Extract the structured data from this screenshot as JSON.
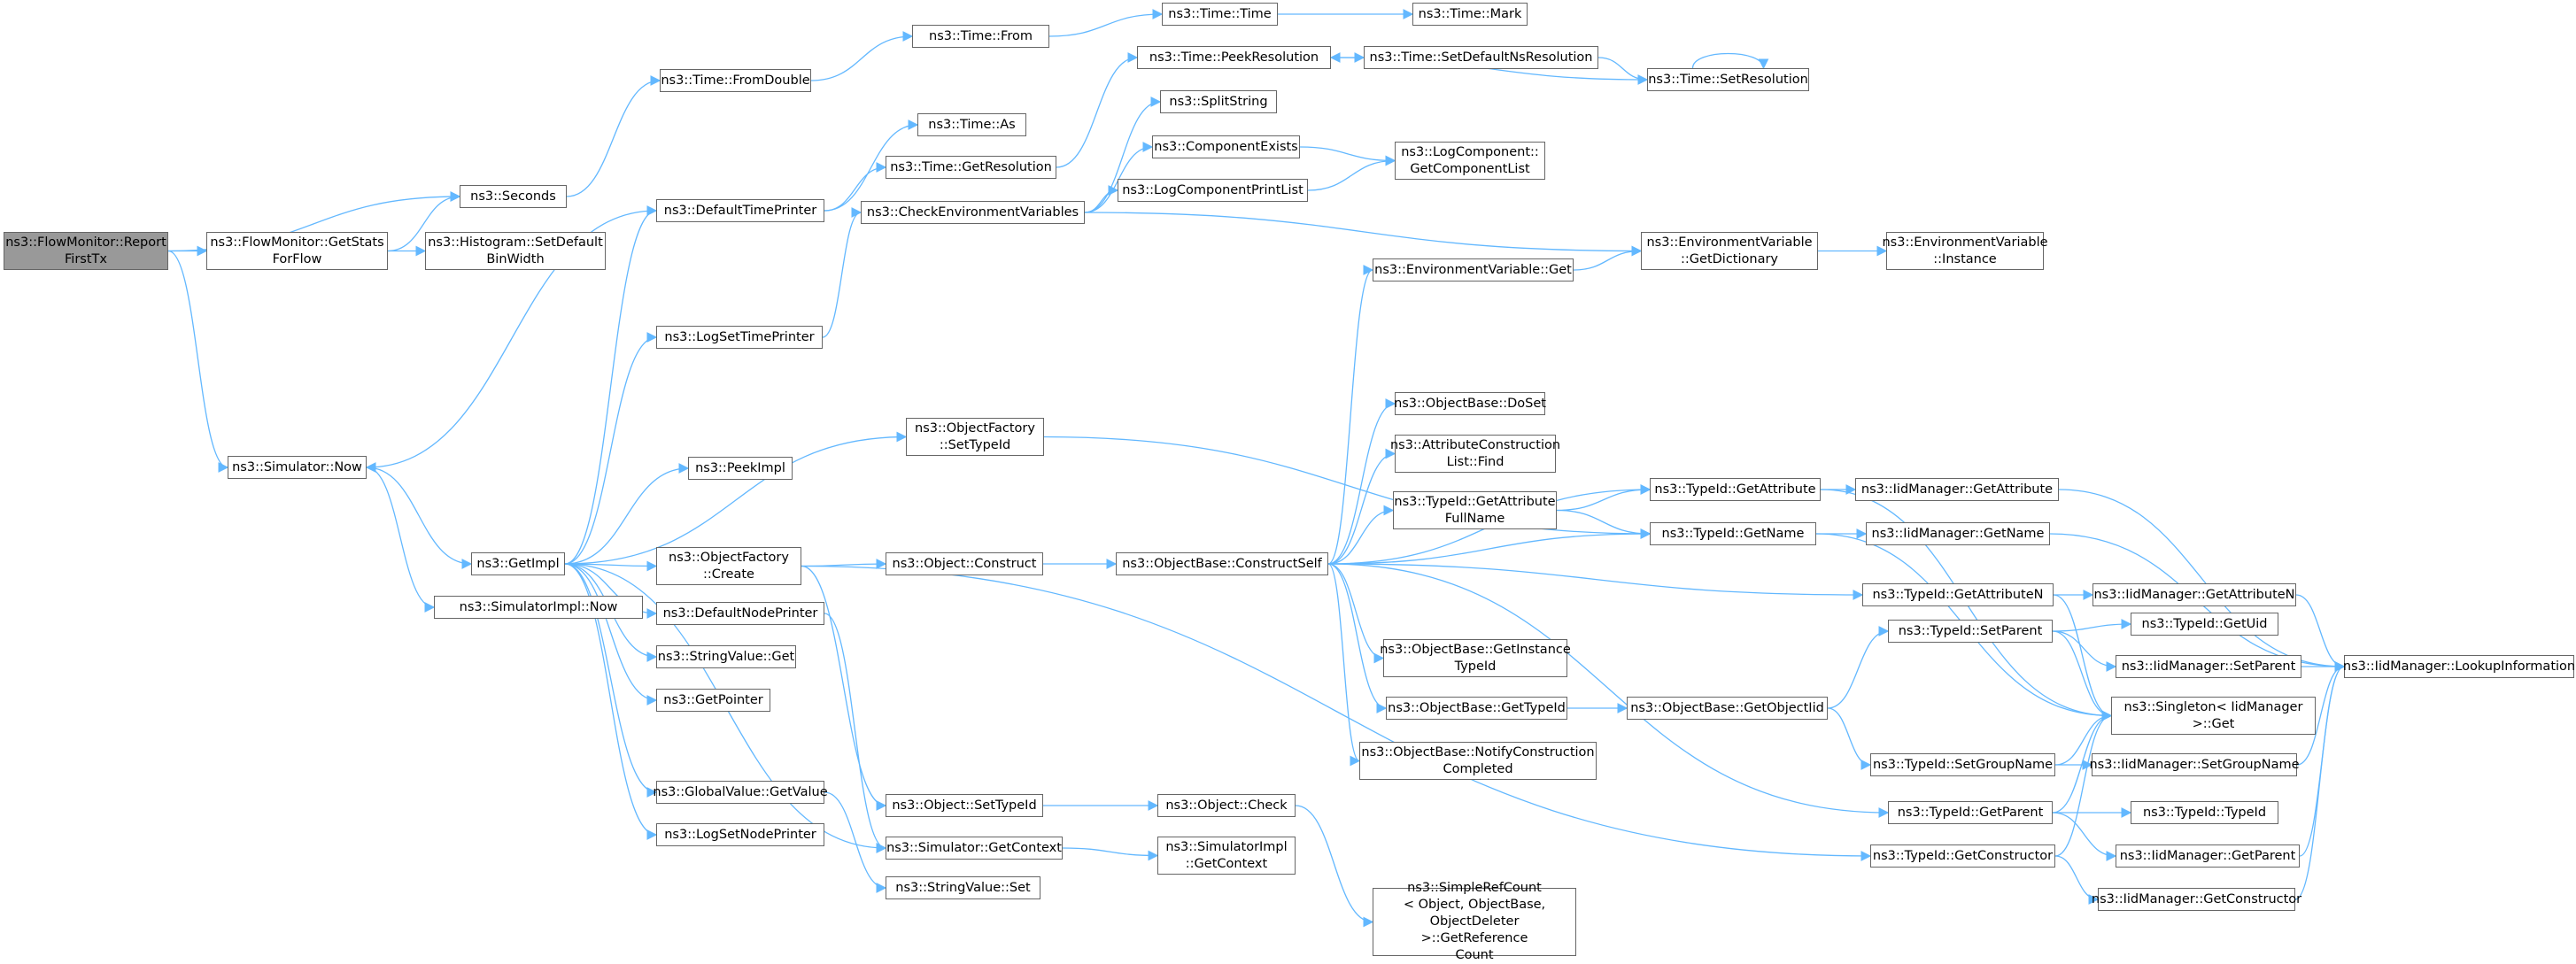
{
  "colors": {
    "edge": "#63b8ff",
    "node_border": "#666666",
    "root_fill": "#999999",
    "node_fill": "#ffffff"
  },
  "nodes": [
    {
      "id": "report",
      "label": "ns3::FlowMonitor::Report\nFirstTx",
      "root": true
    },
    {
      "id": "getstats",
      "label": "ns3::FlowMonitor::GetStats\nForFlow"
    },
    {
      "id": "seconds",
      "label": "ns3::Seconds"
    },
    {
      "id": "histo",
      "label": "ns3::Histogram::SetDefault\nBinWidth"
    },
    {
      "id": "simnow",
      "label": "ns3::Simulator::Now"
    },
    {
      "id": "fromdouble",
      "label": "ns3::Time::FromDouble"
    },
    {
      "id": "from",
      "label": "ns3::Time::From"
    },
    {
      "id": "time",
      "label": "ns3::Time::Time"
    },
    {
      "id": "mark",
      "label": "ns3::Time::Mark"
    },
    {
      "id": "peekres",
      "label": "ns3::Time::PeekResolution"
    },
    {
      "id": "setdefns",
      "label": "ns3::Time::SetDefaultNsResolution"
    },
    {
      "id": "setres",
      "label": "ns3::Time::SetResolution"
    },
    {
      "id": "as",
      "label": "ns3::Time::As"
    },
    {
      "id": "splitstr",
      "label": "ns3::SplitString"
    },
    {
      "id": "getres",
      "label": "ns3::Time::GetResolution"
    },
    {
      "id": "compexists",
      "label": "ns3::ComponentExists"
    },
    {
      "id": "getcomplist",
      "label": "ns3::LogComponent::\nGetComponentList"
    },
    {
      "id": "deftimeprinter",
      "label": "ns3::DefaultTimePrinter"
    },
    {
      "id": "checkenv",
      "label": "ns3::CheckEnvironmentVariables"
    },
    {
      "id": "logcompprint",
      "label": "ns3::LogComponentPrintList"
    },
    {
      "id": "envget",
      "label": "ns3::EnvironmentVariable::Get"
    },
    {
      "id": "envgetdict",
      "label": "ns3::EnvironmentVariable\n::GetDictionary"
    },
    {
      "id": "envinst",
      "label": "ns3::EnvironmentVariable\n::Instance"
    },
    {
      "id": "logsettime",
      "label": "ns3::LogSetTimePrinter"
    },
    {
      "id": "ofsettype",
      "label": "ns3::ObjectFactory\n::SetTypeId"
    },
    {
      "id": "obdoset",
      "label": "ns3::ObjectBase::DoSet"
    },
    {
      "id": "acfind",
      "label": "ns3::AttributeConstruction\nList::Find"
    },
    {
      "id": "peekimpl",
      "label": "ns3::PeekImpl"
    },
    {
      "id": "tidgetattr",
      "label": "ns3::TypeId::GetAttribute"
    },
    {
      "id": "iidgetattr",
      "label": "ns3::IidManager::GetAttribute"
    },
    {
      "id": "tidgetattrfull",
      "label": "ns3::TypeId::GetAttribute\nFullName"
    },
    {
      "id": "tidgetname",
      "label": "ns3::TypeId::GetName"
    },
    {
      "id": "iidgetname",
      "label": "ns3::IidManager::GetName"
    },
    {
      "id": "getimpl",
      "label": "ns3::GetImpl"
    },
    {
      "id": "ofcreate",
      "label": "ns3::ObjectFactory\n::Create"
    },
    {
      "id": "objconstruct",
      "label": "ns3::Object::Construct"
    },
    {
      "id": "obconstructself",
      "label": "ns3::ObjectBase::ConstructSelf"
    },
    {
      "id": "tidgetattrn",
      "label": "ns3::TypeId::GetAttributeN"
    },
    {
      "id": "iidgetattrn",
      "label": "ns3::IidManager::GetAttributeN"
    },
    {
      "id": "simimplnow",
      "label": "ns3::SimulatorImpl::Now"
    },
    {
      "id": "defnodeprinter",
      "label": "ns3::DefaultNodePrinter"
    },
    {
      "id": "tidsetparent",
      "label": "ns3::TypeId::SetParent"
    },
    {
      "id": "tidgetuid",
      "label": "ns3::TypeId::GetUid"
    },
    {
      "id": "iidlookup",
      "label": "ns3::IidManager::LookupInformation"
    },
    {
      "id": "strget",
      "label": "ns3::StringValue::Get"
    },
    {
      "id": "obgetinst",
      "label": "ns3::ObjectBase::GetInstance\nTypeId"
    },
    {
      "id": "iidsetparent",
      "label": "ns3::IidManager::SetParent"
    },
    {
      "id": "getpointer",
      "label": "ns3::GetPointer"
    },
    {
      "id": "obgettypeid",
      "label": "ns3::ObjectBase::GetTypeId"
    },
    {
      "id": "obgetobjtid",
      "label": "ns3::ObjectBase::GetObjectIid"
    },
    {
      "id": "singleton",
      "label": "ns3::Singleton< IidManager\n>::Get"
    },
    {
      "id": "obnotify",
      "label": "ns3::ObjectBase::NotifyConstruction\nCompleted"
    },
    {
      "id": "tidsetgroup",
      "label": "ns3::TypeId::SetGroupName"
    },
    {
      "id": "iidsetgroup",
      "label": "ns3::IidManager::SetGroupName"
    },
    {
      "id": "gvgetvalue",
      "label": "ns3::GlobalValue::GetValue"
    },
    {
      "id": "objsettypeid",
      "label": "ns3::Object::SetTypeId"
    },
    {
      "id": "objcheck",
      "label": "ns3::Object::Check"
    },
    {
      "id": "tidgetparent",
      "label": "ns3::TypeId::GetParent"
    },
    {
      "id": "tidtypeid",
      "label": "ns3::TypeId::TypeId"
    },
    {
      "id": "logsetnode",
      "label": "ns3::LogSetNodePrinter"
    },
    {
      "id": "iidgetparent",
      "label": "ns3::IidManager::GetParent"
    },
    {
      "id": "simgetctx",
      "label": "ns3::Simulator::GetContext"
    },
    {
      "id": "simimplgetctx",
      "label": "ns3::SimulatorImpl\n::GetContext"
    },
    {
      "id": "tidgetctor",
      "label": "ns3::TypeId::GetConstructor"
    },
    {
      "id": "iidgetctor",
      "label": "ns3::IidManager::GetConstructor"
    },
    {
      "id": "strset",
      "label": "ns3::StringValue::Set"
    },
    {
      "id": "simplerefcount",
      "label": "ns3::SimpleRefCount\n< Object, ObjectBase,\n ObjectDeleter >::GetReference\nCount"
    }
  ],
  "edges": [
    [
      "report",
      "getstats"
    ],
    [
      "report",
      "seconds"
    ],
    [
      "report",
      "simnow"
    ],
    [
      "getstats",
      "seconds"
    ],
    [
      "getstats",
      "histo"
    ],
    [
      "seconds",
      "fromdouble"
    ],
    [
      "fromdouble",
      "from"
    ],
    [
      "from",
      "time"
    ],
    [
      "time",
      "mark"
    ],
    [
      "getres",
      "peekres"
    ],
    [
      "peekres",
      "setdefns"
    ],
    [
      "setdefns",
      "setres"
    ],
    [
      "setres",
      "peekres"
    ],
    [
      "setres",
      "setres"
    ],
    [
      "deftimeprinter",
      "as"
    ],
    [
      "deftimeprinter",
      "getres"
    ],
    [
      "deftimeprinter",
      "simnow"
    ],
    [
      "checkenv",
      "splitstr"
    ],
    [
      "checkenv",
      "compexists"
    ],
    [
      "checkenv",
      "logcompprint"
    ],
    [
      "checkenv",
      "envgetdict"
    ],
    [
      "compexists",
      "getcomplist"
    ],
    [
      "logcompprint",
      "getcomplist"
    ],
    [
      "envget",
      "envgetdict"
    ],
    [
      "envgetdict",
      "envinst"
    ],
    [
      "logsettime",
      "checkenv"
    ],
    [
      "simnow",
      "getimpl"
    ],
    [
      "simnow",
      "simimplnow"
    ],
    [
      "getimpl",
      "deftimeprinter"
    ],
    [
      "getimpl",
      "logsettime"
    ],
    [
      "getimpl",
      "peekimpl"
    ],
    [
      "getimpl",
      "ofsettype"
    ],
    [
      "getimpl",
      "ofcreate"
    ],
    [
      "getimpl",
      "defnodeprinter"
    ],
    [
      "getimpl",
      "strget"
    ],
    [
      "getimpl",
      "getpointer"
    ],
    [
      "getimpl",
      "gvgetvalue"
    ],
    [
      "getimpl",
      "logsetnode"
    ],
    [
      "getimpl",
      "simgetctx"
    ],
    [
      "ofsettype",
      "tidgetname"
    ],
    [
      "ofcreate",
      "objconstruct"
    ],
    [
      "ofcreate",
      "objsettypeid"
    ],
    [
      "ofcreate",
      "tidgetctor"
    ],
    [
      "objconstruct",
      "obconstructself"
    ],
    [
      "obconstructself",
      "envget"
    ],
    [
      "obconstructself",
      "obdoset"
    ],
    [
      "obconstructself",
      "acfind"
    ],
    [
      "obconstructself",
      "tidgetattr"
    ],
    [
      "obconstructself",
      "tidgetattrfull"
    ],
    [
      "obconstructself",
      "tidgetname"
    ],
    [
      "obconstructself",
      "tidgetattrn"
    ],
    [
      "obconstructself",
      "obgetinst"
    ],
    [
      "obconstructself",
      "obgettypeid"
    ],
    [
      "obconstructself",
      "obnotify"
    ],
    [
      "obconstructself",
      "tidgetparent"
    ],
    [
      "tidgetattrfull",
      "tidgetattr"
    ],
    [
      "tidgetattrfull",
      "tidgetname"
    ],
    [
      "tidgetattr",
      "iidgetattr"
    ],
    [
      "tidgetattr",
      "singleton"
    ],
    [
      "tidgetname",
      "iidgetname"
    ],
    [
      "tidgetname",
      "singleton"
    ],
    [
      "tidgetattrn",
      "iidgetattrn"
    ],
    [
      "tidgetattrn",
      "singleton"
    ],
    [
      "iidgetattr",
      "iidlookup"
    ],
    [
      "iidgetname",
      "iidlookup"
    ],
    [
      "iidgetattrn",
      "iidlookup"
    ],
    [
      "iidsetparent",
      "iidlookup"
    ],
    [
      "iidsetgroup",
      "iidlookup"
    ],
    [
      "iidgetparent",
      "iidlookup"
    ],
    [
      "iidgetctor",
      "iidlookup"
    ],
    [
      "obgettypeid",
      "obgetobjtid"
    ],
    [
      "obgetobjtid",
      "tidsetparent"
    ],
    [
      "obgetobjtid",
      "tidsetgroup"
    ],
    [
      "tidsetparent",
      "tidgetuid"
    ],
    [
      "tidsetparent",
      "iidsetparent"
    ],
    [
      "tidsetparent",
      "singleton"
    ],
    [
      "tidsetgroup",
      "iidsetgroup"
    ],
    [
      "tidsetgroup",
      "singleton"
    ],
    [
      "tidgetparent",
      "tidtypeid"
    ],
    [
      "tidgetparent",
      "iidgetparent"
    ],
    [
      "tidgetparent",
      "singleton"
    ],
    [
      "tidgetctor",
      "iidgetctor"
    ],
    [
      "tidgetctor",
      "singleton"
    ],
    [
      "defnodeprinter",
      "simgetctx"
    ],
    [
      "gvgetvalue",
      "strset"
    ],
    [
      "objsettypeid",
      "objcheck"
    ],
    [
      "objcheck",
      "simplerefcount"
    ],
    [
      "simgetctx",
      "simimplgetctx"
    ]
  ]
}
